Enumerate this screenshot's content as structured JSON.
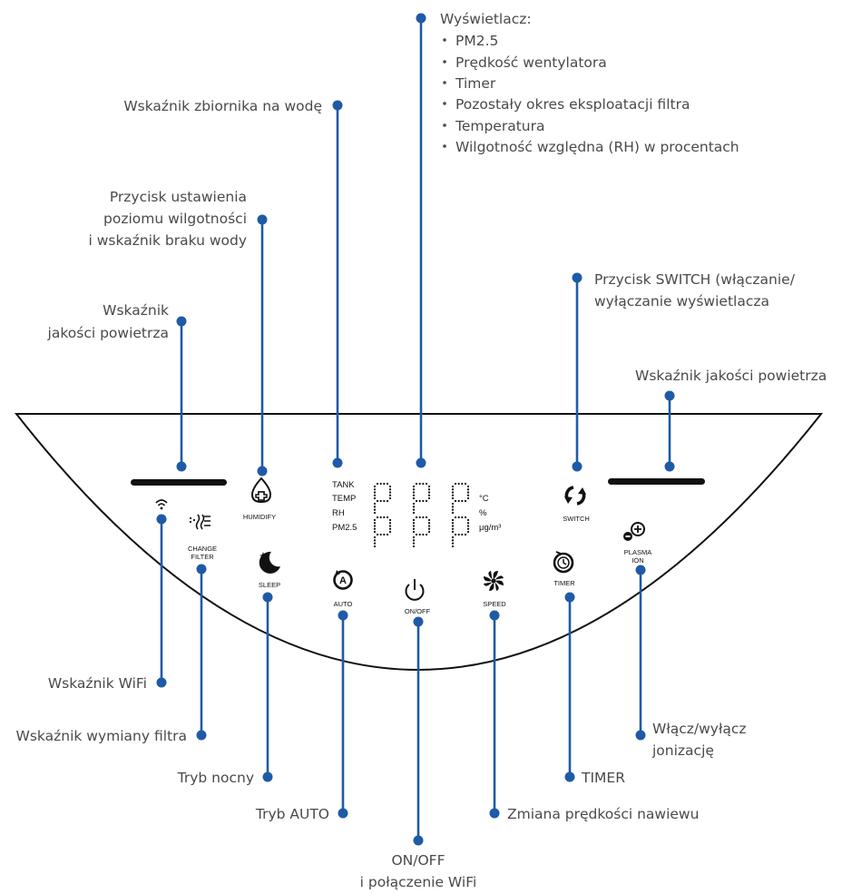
{
  "colors": {
    "leader": "#1f5aa6",
    "text": "#4a4a4a",
    "panel_outline": "#111111"
  },
  "callouts": {
    "display_title": "Wyświetlacz:",
    "display_items": [
      "PM2.5",
      "Prędkość wentylatora",
      "Timer",
      "Pozostały okres eksploatacji filtra",
      "Temperatura",
      "Wilgotność względna (RH) w procentach"
    ],
    "water_tank": "Wskaźnik zbiornika na wodę",
    "humidity_button": [
      "Przycisk ustawienia",
      "poziomu wilgotności",
      "i wskaźnik braku wody"
    ],
    "air_quality_left": [
      "Wskaźnik",
      "jakości powietrza"
    ],
    "switch_button": [
      "Przycisk SWITCH (włączanie/",
      "wyłączanie wyświetlacza"
    ],
    "air_quality_right": "Wskaźnik jakości powietrza",
    "wifi": "Wskaźnik WiFi",
    "filter_change": "Wskaźnik wymiany filtra",
    "night_mode": "Tryb nocny",
    "auto_mode": "Tryb AUTO",
    "onoff": [
      "ON/OFF",
      "i połączenie WiFi"
    ],
    "speed_change": "Zmiana prędkości nawiewu",
    "timer": "TIMER",
    "ionization": [
      "Włącz/wyłącz",
      "jonizację"
    ]
  },
  "panel": {
    "humidify": "HUMIDIFY",
    "change_filter": [
      "CHANGE",
      "FILTER"
    ],
    "sleep": "SLEEP",
    "auto": "AUTO",
    "onoff": "ON/OFF",
    "speed": "SPEED",
    "timer": "TIMER",
    "plasma_ion": [
      "PLASMA",
      "ION"
    ],
    "switch": "SWITCH",
    "display_labels_left": [
      "TANK",
      "TEMP",
      "RH",
      "PM2.5"
    ],
    "display_units": [
      "°C",
      "%",
      "μg/m³"
    ]
  },
  "icons": [
    "wifi-icon",
    "filter-icon",
    "humidify-drop-icon",
    "moon-icon",
    "auto-icon",
    "power-icon",
    "fan-icon",
    "timer-icon",
    "plasma-ion-icon",
    "switch-icon"
  ]
}
